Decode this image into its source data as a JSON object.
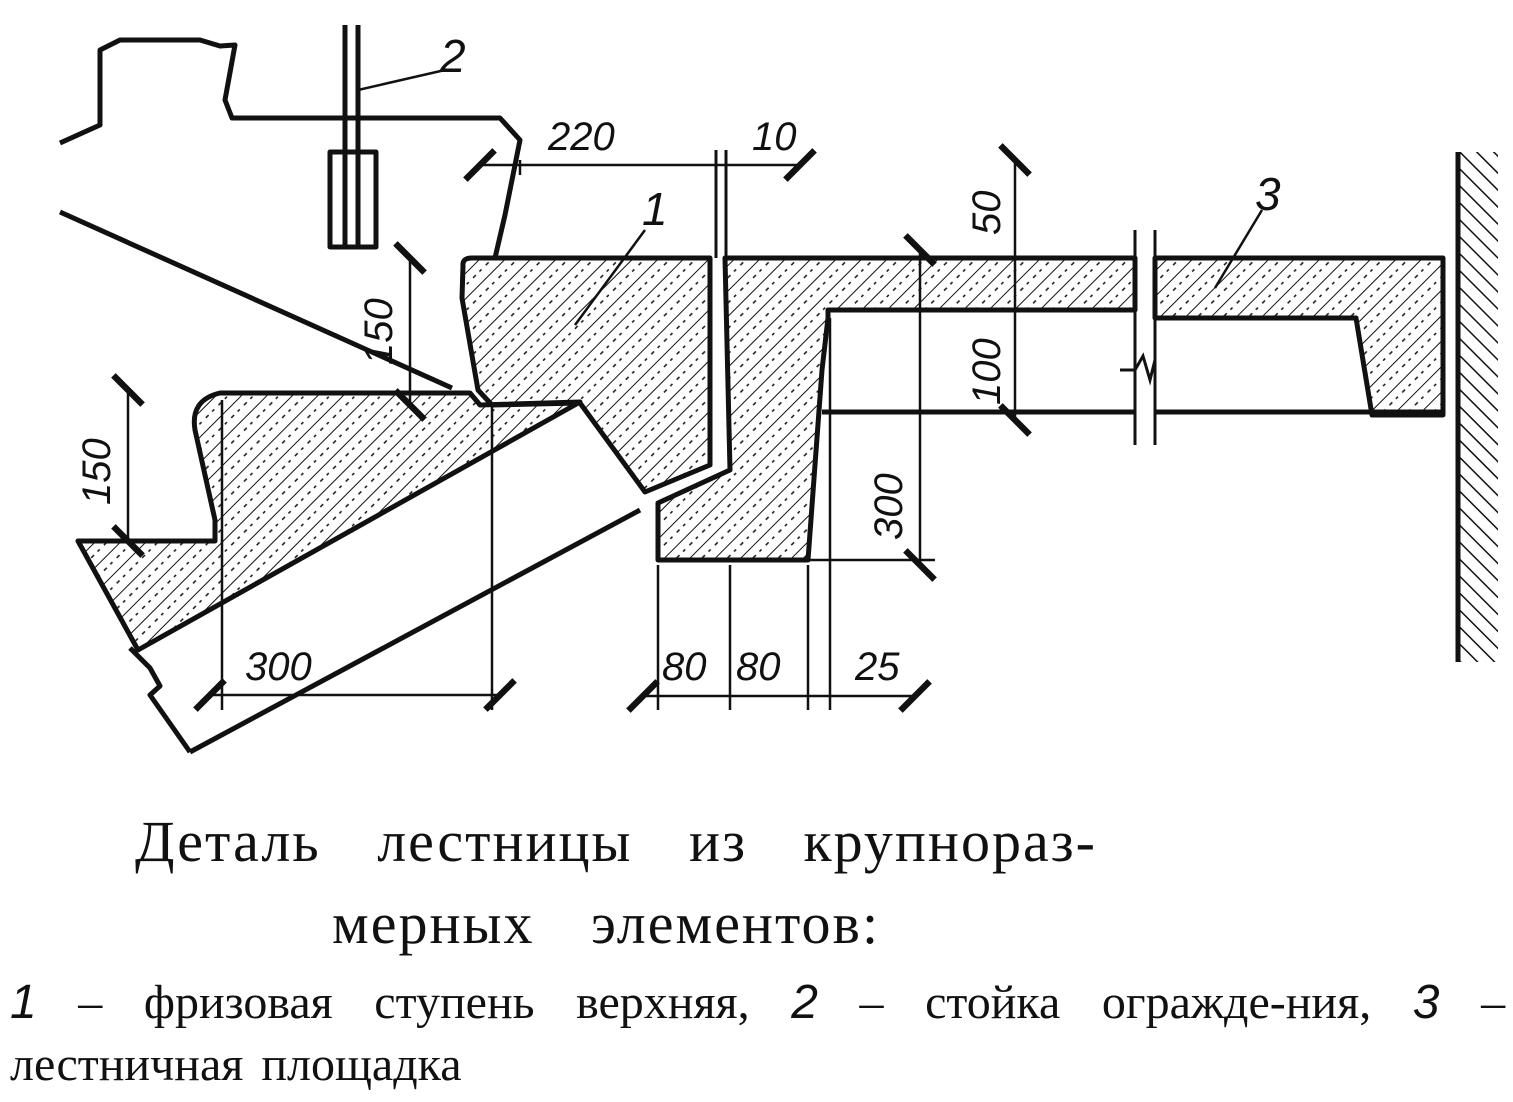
{
  "dimensions": {
    "d220": "220",
    "d10": "10",
    "d50": "50",
    "d100": "100",
    "d150_upper": "150",
    "d150_lower": "150",
    "d300_bottom": "300",
    "d300_landing": "300",
    "d80_a": "80",
    "d80_b": "80",
    "d25": "25"
  },
  "callouts": {
    "c1": "1",
    "c2": "2",
    "c3": "3"
  },
  "caption": {
    "title_line1": "Деталь лестницы из крупнораз-",
    "title_line2": "мерных элементов:",
    "items": [
      {
        "num": "1",
        "text": "фризовая ступень верхняя,"
      },
      {
        "num": "2",
        "text": "стойка огражде-ния,"
      },
      {
        "num": "3",
        "text": "лестничная площадка"
      }
    ],
    "dash": "–"
  },
  "colors": {
    "ink": "#111111",
    "paper": "#ffffff"
  }
}
